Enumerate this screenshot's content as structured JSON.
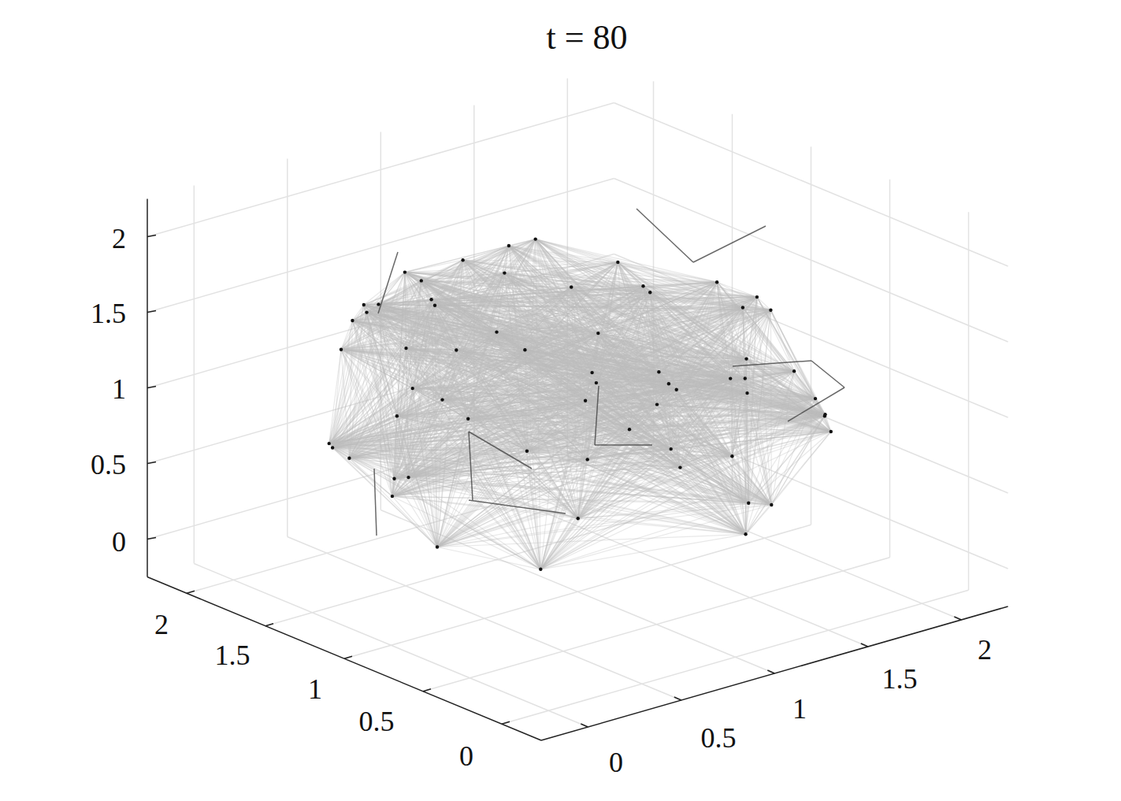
{
  "diagram": {
    "title": "t = 80",
    "labels": [
      "2",
      "1.5",
      "1",
      "0.5",
      "0",
      "2",
      "1.5",
      "1",
      "0.5",
      "0",
      "0",
      "0.5",
      "1",
      "1.5",
      "2"
    ]
  }
}
